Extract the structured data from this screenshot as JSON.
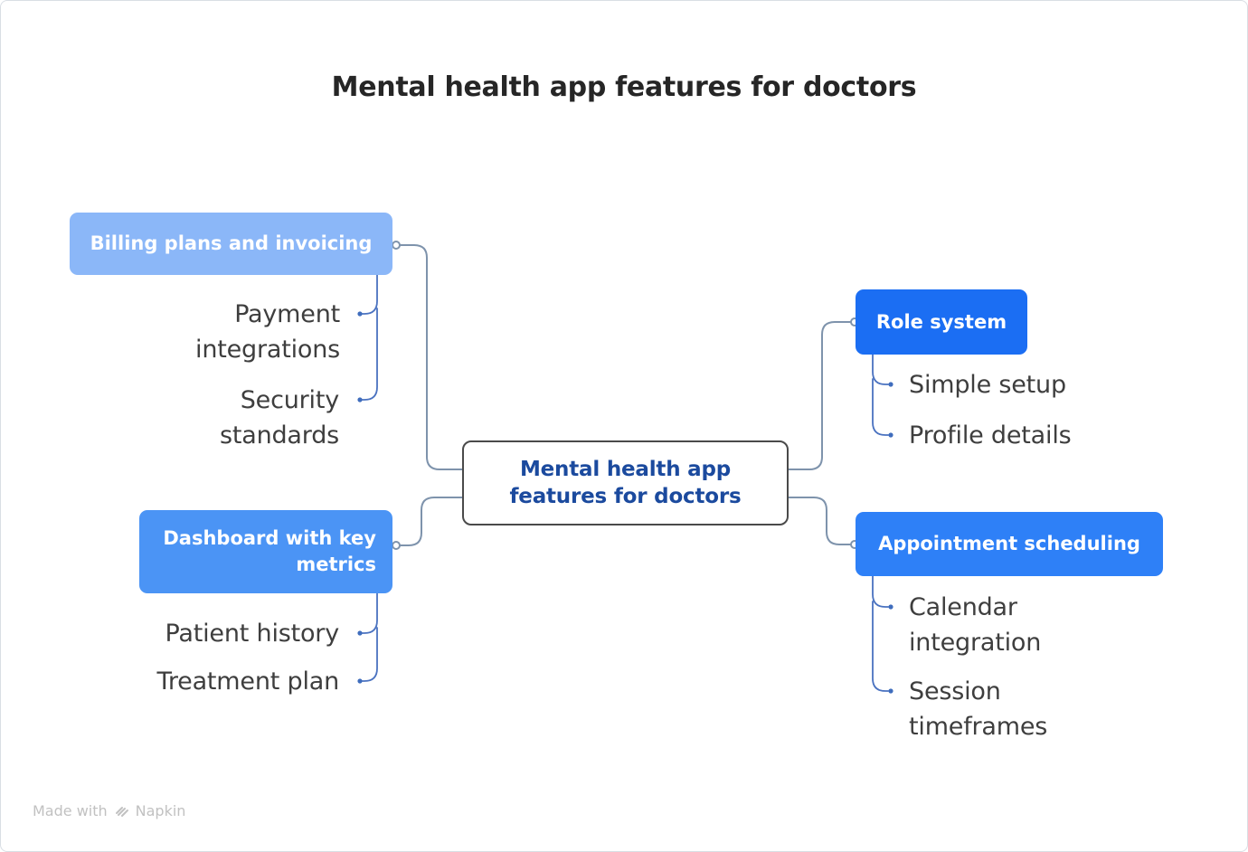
{
  "title": "Mental health app features for doctors",
  "center_node": {
    "label": "Mental health app\nfeatures for doctors",
    "text_color": "#1b4a9e",
    "border_color": "#4a4a4a"
  },
  "branches": [
    {
      "label": "Billing plans and invoicing",
      "color": "#8bb7f8",
      "children": [
        "Payment integrations",
        "Security standards"
      ]
    },
    {
      "label": "Dashboard with key metrics",
      "color": "#4b94f5",
      "children": [
        "Patient history",
        "Treatment plan"
      ]
    },
    {
      "label": "Role system",
      "color": "#1b6ef3",
      "children": [
        "Simple setup",
        "Profile details"
      ]
    },
    {
      "label": "Appointment scheduling",
      "color": "#2e80f7",
      "children": [
        "Calendar integration",
        "Session timeframes"
      ]
    }
  ],
  "connector_colors": {
    "main": "#7e93ac",
    "child": "#4a72c0",
    "dot": "#3f6dbd"
  },
  "footer": {
    "made_with": "Made with",
    "brand": "Napkin",
    "text_color": "#c1c1c1"
  }
}
